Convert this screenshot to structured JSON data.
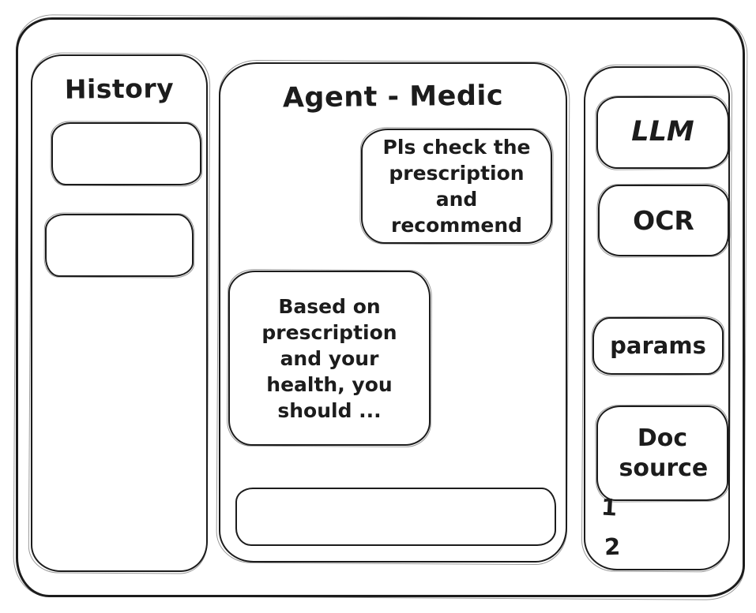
{
  "history": {
    "title": "History",
    "items": [
      {
        "label": ""
      },
      {
        "label": ""
      }
    ]
  },
  "chat": {
    "title": "Agent - Medic",
    "messages": [
      {
        "role": "user",
        "text": "Pls check the prescription and recommend"
      },
      {
        "role": "agent",
        "text": "Based on prescription and your health, you should ..."
      }
    ],
    "input": {
      "value": "",
      "placeholder": ""
    }
  },
  "tools": {
    "buttons": [
      {
        "label": "LLM"
      },
      {
        "label": "OCR"
      },
      {
        "label": "params"
      },
      {
        "label": "Doc source"
      }
    ],
    "doc_source_items": [
      "1",
      "2"
    ]
  },
  "colors": {
    "ink": "#1c1c1c",
    "background": "#ffffff"
  }
}
